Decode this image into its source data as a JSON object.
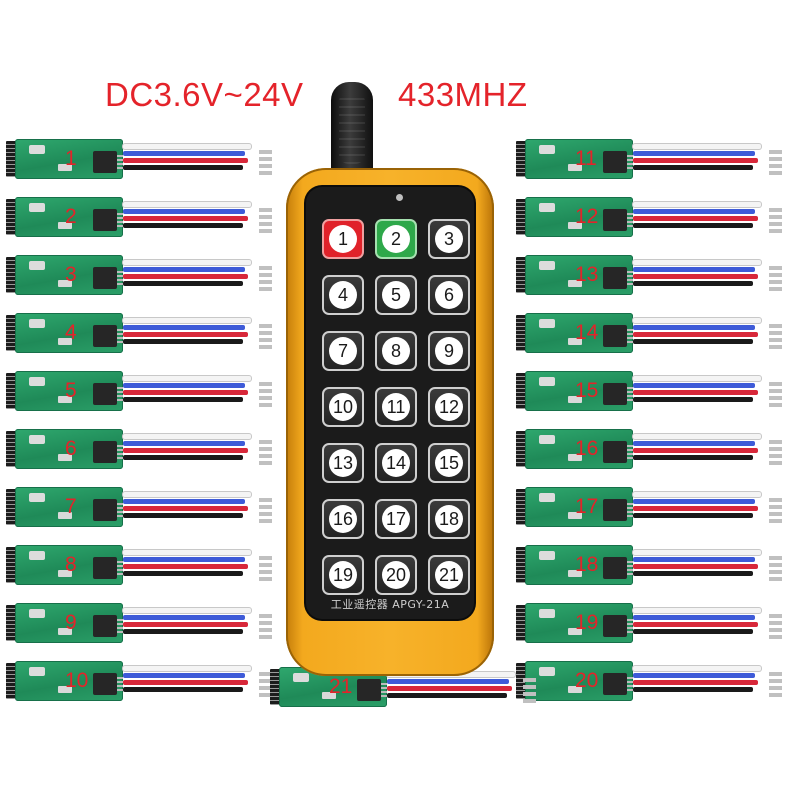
{
  "header": {
    "voltage": "DC3.6V~24V",
    "frequency": "433MHZ"
  },
  "colors": {
    "label_red": "#e4232a",
    "remote_body": "#f7b22a",
    "remote_panel": "#1b1b1b",
    "key_red": "#e0222a",
    "key_green": "#2ea84a",
    "pcb_green": "#1f8a58",
    "wire_colors": [
      "#f4f4f4",
      "#3e5bd8",
      "#d8283a",
      "#1a1a1a"
    ]
  },
  "remote": {
    "model": "工业遥控器  APGY-21A",
    "keys": [
      "1",
      "2",
      "3",
      "4",
      "5",
      "6",
      "7",
      "8",
      "9",
      "10",
      "11",
      "12",
      "13",
      "14",
      "15",
      "16",
      "17",
      "18",
      "19",
      "20",
      "21"
    ]
  },
  "modules": {
    "left": [
      "1",
      "2",
      "3",
      "4",
      "5",
      "6",
      "7",
      "8",
      "9",
      "10"
    ],
    "right": [
      "11",
      "12",
      "13",
      "14",
      "15",
      "16",
      "17",
      "18",
      "19",
      "20"
    ],
    "bottom": [
      "21"
    ]
  }
}
